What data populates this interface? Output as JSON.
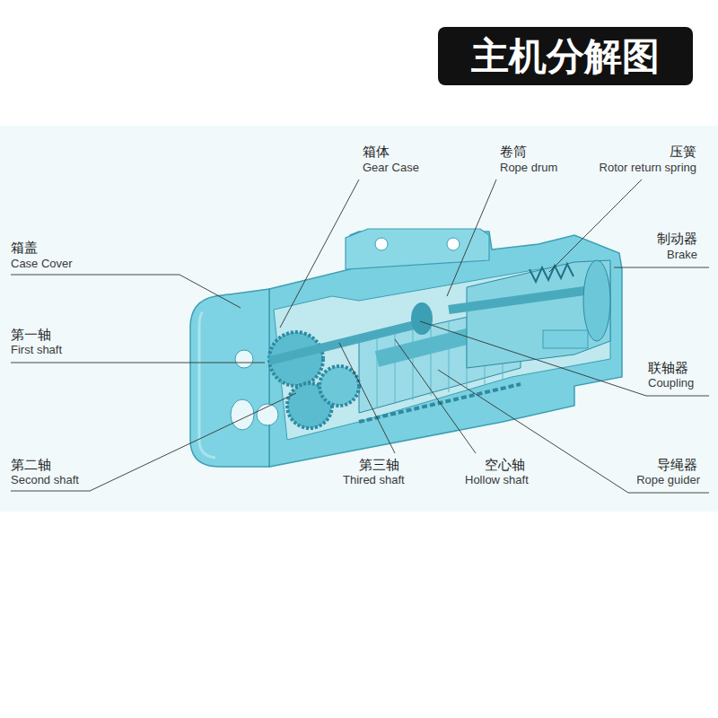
{
  "diagram": {
    "title": "主机分解图",
    "labels": [
      "箱体",
      "Gear Case",
      "卷筒",
      "Rope drum",
      "压簧",
      "Rotor return spring",
      "箱盖",
      "Case Cover",
      "制动器",
      "Brake",
      "第一轴",
      "First shaft",
      "联轴器",
      "Coupling",
      "第二轴",
      "Second shaft",
      "第三轴",
      "Thired shaft",
      "空心轴",
      "Hollow shaft",
      "导绳器",
      "Rope guider"
    ]
  }
}
